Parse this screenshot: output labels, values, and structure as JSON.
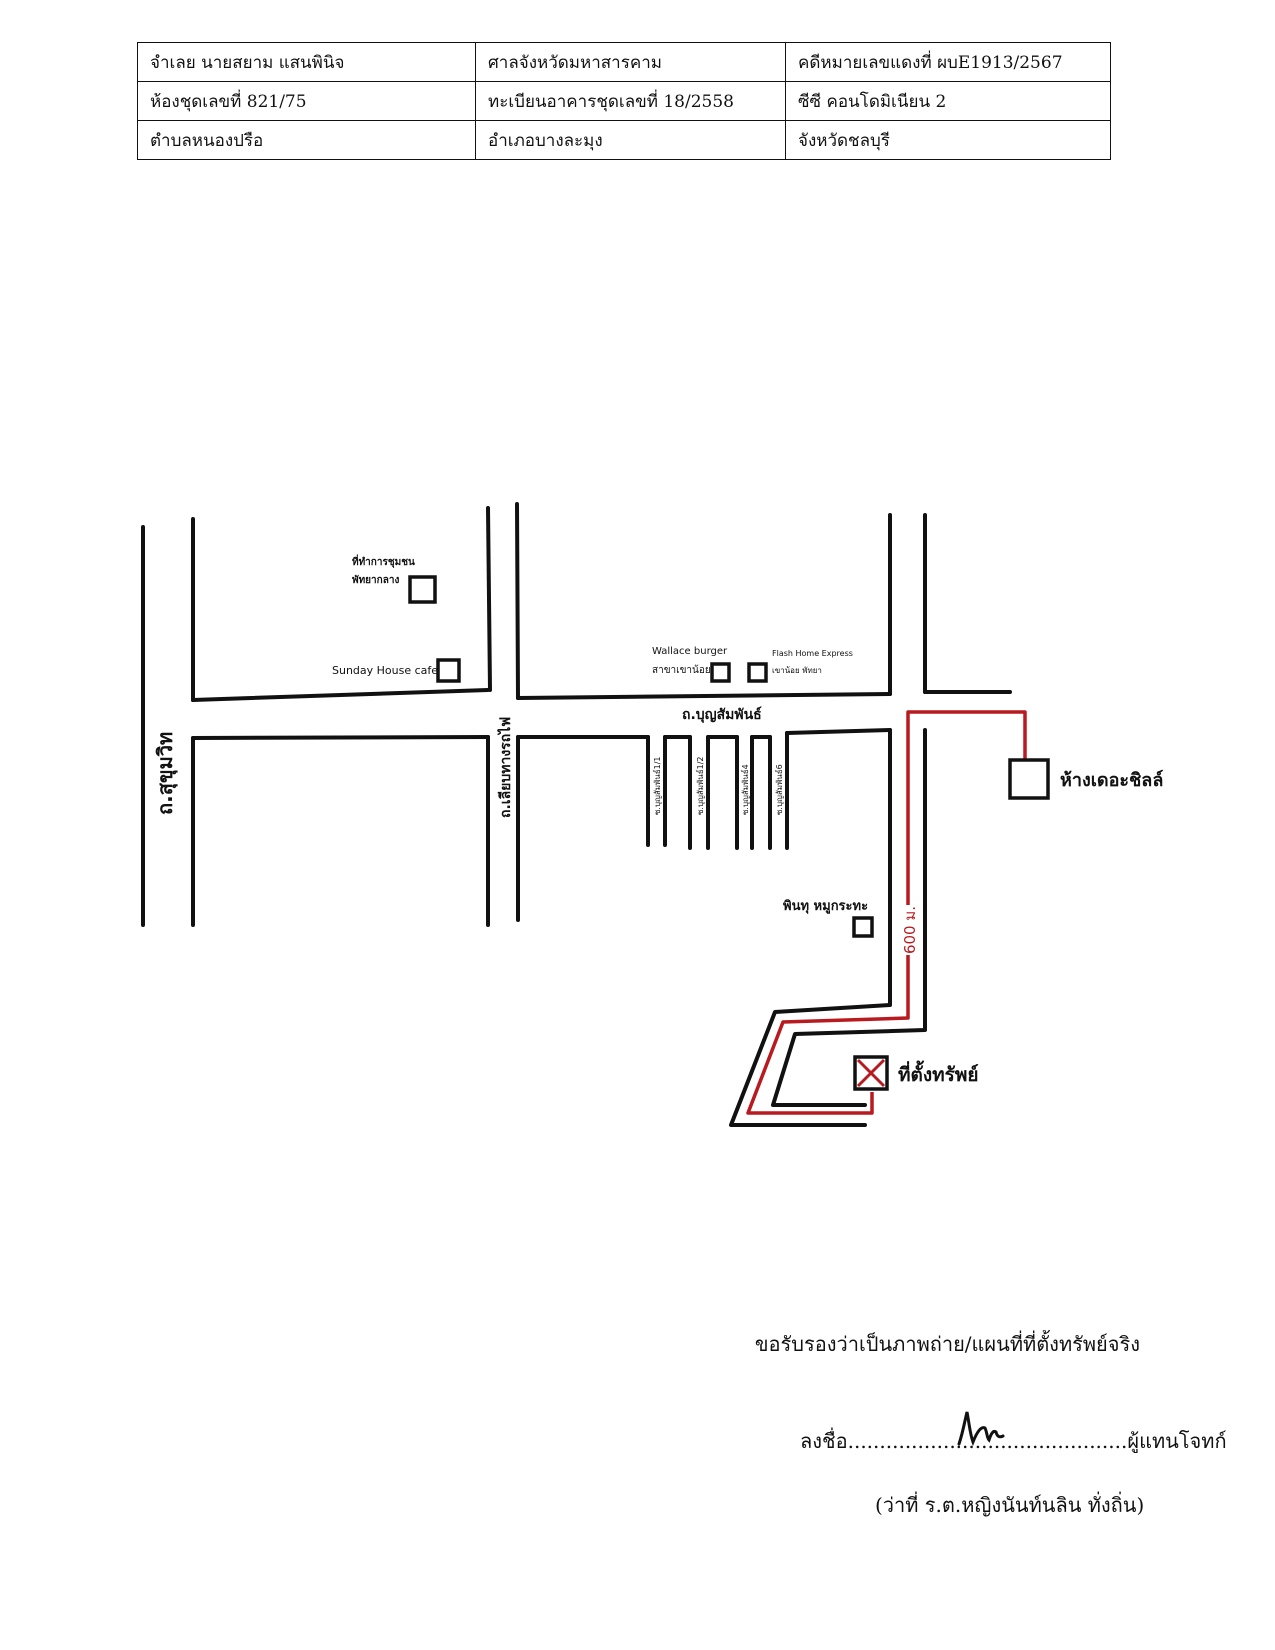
{
  "table": {
    "rows": [
      [
        "จำเลย นายสยาม แสนพินิจ",
        "ศาลจังหวัดมหาสารคาม",
        "คดีหมายเลขแดงที่ ผบE1913/2567"
      ],
      [
        "ห้องชุดเลขที่ 821/75",
        "ทะเบียนอาคารชุดเลขที่ 18/2558",
        "ซีซี คอนโดมิเนียน 2"
      ],
      [
        "ตำบลหนองปรือ",
        "อำเภอบางละมุง",
        "จังหวัดชลบุรี"
      ]
    ]
  },
  "map": {
    "roads": {
      "sukhumvit": "ถ.สุขุมวิท",
      "railway": "ถ.เลียบทางรถไฟ",
      "boonsamphan": "ถ.บุญสัมพันธ์",
      "soi1": "ซ.บุญสัมพันธ์1/1",
      "soi2": "ซ.บุญสัมพันธ์1/2",
      "soi3": "ซ.บุญสัมพันธ์4",
      "soi4": "ซ.บุญสัมพันธ์6"
    },
    "places": {
      "community_office_line1": "ที่ทำการชุมชน",
      "community_office_line2": "พัทยากลาง",
      "sunday_house": "Sunday House cafe",
      "wallace_line1": "Wallace burger",
      "wallace_line2": "สาขาเขาน้อย",
      "flash_line1": "Flash Home Express",
      "flash_line2": "เขาน้อย พัทยา",
      "the_chill": "ห้างเดอะชิลล์",
      "pinthu": "พินทุ หมูกระทะ",
      "property": "ที่ตั้งทรัพย์"
    },
    "distance_label": "600 ม.",
    "colors": {
      "roads": "#111111",
      "route": "#b81a1f"
    }
  },
  "footer": {
    "certify": "ขอรับรองว่าเป็นภาพถ่าย/แผนที่ที่ตั้งทรัพย์จริง",
    "sign_prefix": "ลงชื่อ",
    "sign_dots": "............................................",
    "sign_suffix": "ผู้แทนโจทก์",
    "signer": "(ว่าที่ ร.ต.หญิงนันท์นลิน ทั่งถิ่น)"
  }
}
